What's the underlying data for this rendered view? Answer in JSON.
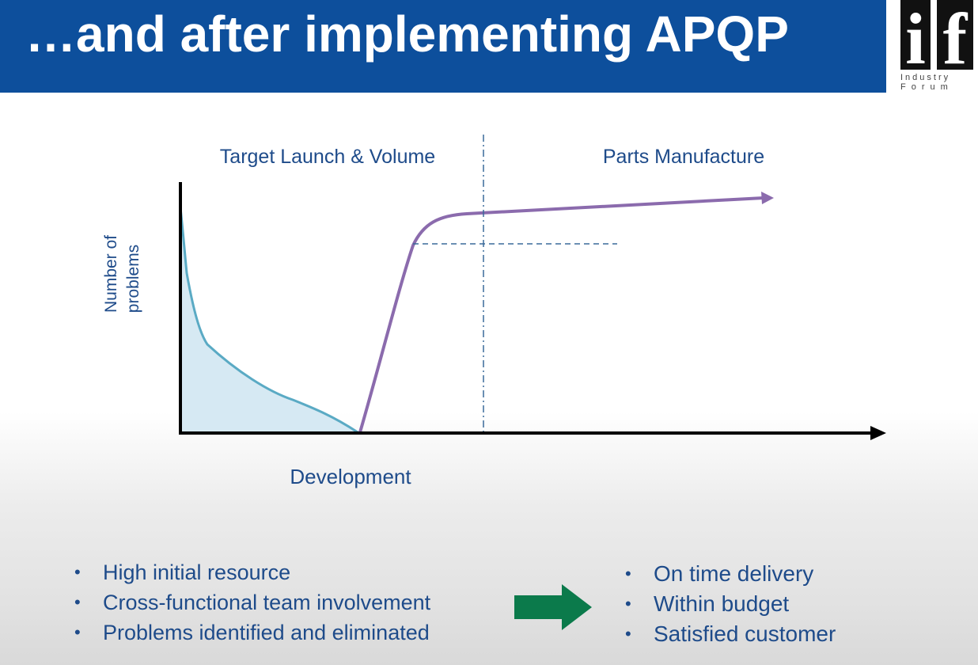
{
  "slide": {
    "title": "…and after implementing APQP",
    "logo": {
      "letters": "if",
      "line1": "Industry",
      "line2": "Forum"
    }
  },
  "diagram": {
    "phase_left": "Target Launch & Volume",
    "phase_right": "Parts Manufacture",
    "y_axis_label_line1": "Number of",
    "y_axis_label_line2": "problems",
    "x_axis_label": "Development",
    "colors": {
      "problems_curve": "#5aaac4",
      "problems_fill": "#d6e9f3",
      "manufacture_curve": "#8b6bad",
      "axis": "#000000",
      "text": "#1e4b8a",
      "arrow": "#0b7a4b"
    }
  },
  "bullets_left": [
    "High initial resource",
    "Cross-functional team involvement",
    "Problems identified and eliminated"
  ],
  "bullets_right": [
    "On time delivery",
    "Within budget",
    "Satisfied customer"
  ]
}
